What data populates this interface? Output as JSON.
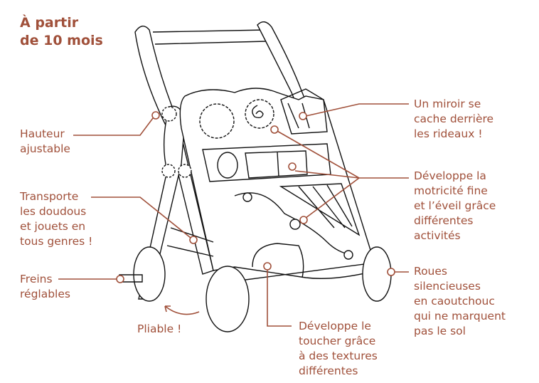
{
  "title": {
    "line1": "À partir",
    "line2": "de 10 mois"
  },
  "accent_color": "#a0503a",
  "labels": {
    "hauteur": [
      "Hauteur",
      "ajustable"
    ],
    "transporte": [
      "Transporte",
      "les doudous",
      "et jouets en",
      "tous genres !"
    ],
    "freins": [
      "Freins",
      "réglables"
    ],
    "pliable": "Pliable !",
    "miroir": [
      "Un miroir se",
      "cache derrière",
      "les rideaux !"
    ],
    "motricite": [
      "Développe la",
      "motricité fine",
      "et l’éveil grâce",
      "différentes",
      "activités"
    ],
    "roues": [
      "Roues",
      "silencieuses",
      "en caoutchouc",
      "qui ne marquent",
      "pas le sol"
    ],
    "toucher": [
      "Développe le",
      "toucher grâce",
      "à des textures",
      "différentes"
    ]
  }
}
